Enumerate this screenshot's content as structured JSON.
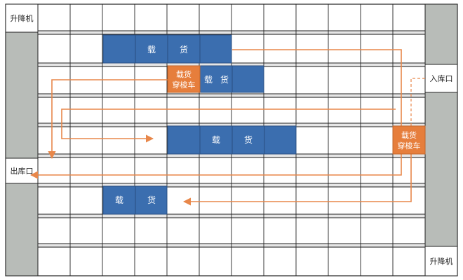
{
  "labels": {
    "lift_top": "升降机",
    "lift_bottom": "升降机",
    "inbound": "入库口",
    "outbound": "出库口"
  },
  "cargo_blocks": [
    {
      "char1": "载",
      "char2": "货"
    },
    {
      "char1": "载",
      "char2": "货"
    },
    {
      "char1": "载",
      "char2": "货"
    },
    {
      "char1": "载",
      "char2": "货"
    }
  ],
  "shuttles": [
    {
      "line1": "载货",
      "line2": "穿梭车"
    },
    {
      "line1": "载货",
      "line2": "穿梭车"
    }
  ],
  "colors": {
    "cargo": "#3b6eaf",
    "shuttle": "#e67e3c",
    "path": "#e8874a",
    "lift": "#b8bcb8",
    "grid": "#222222",
    "aisle": "#e6e6e6"
  }
}
